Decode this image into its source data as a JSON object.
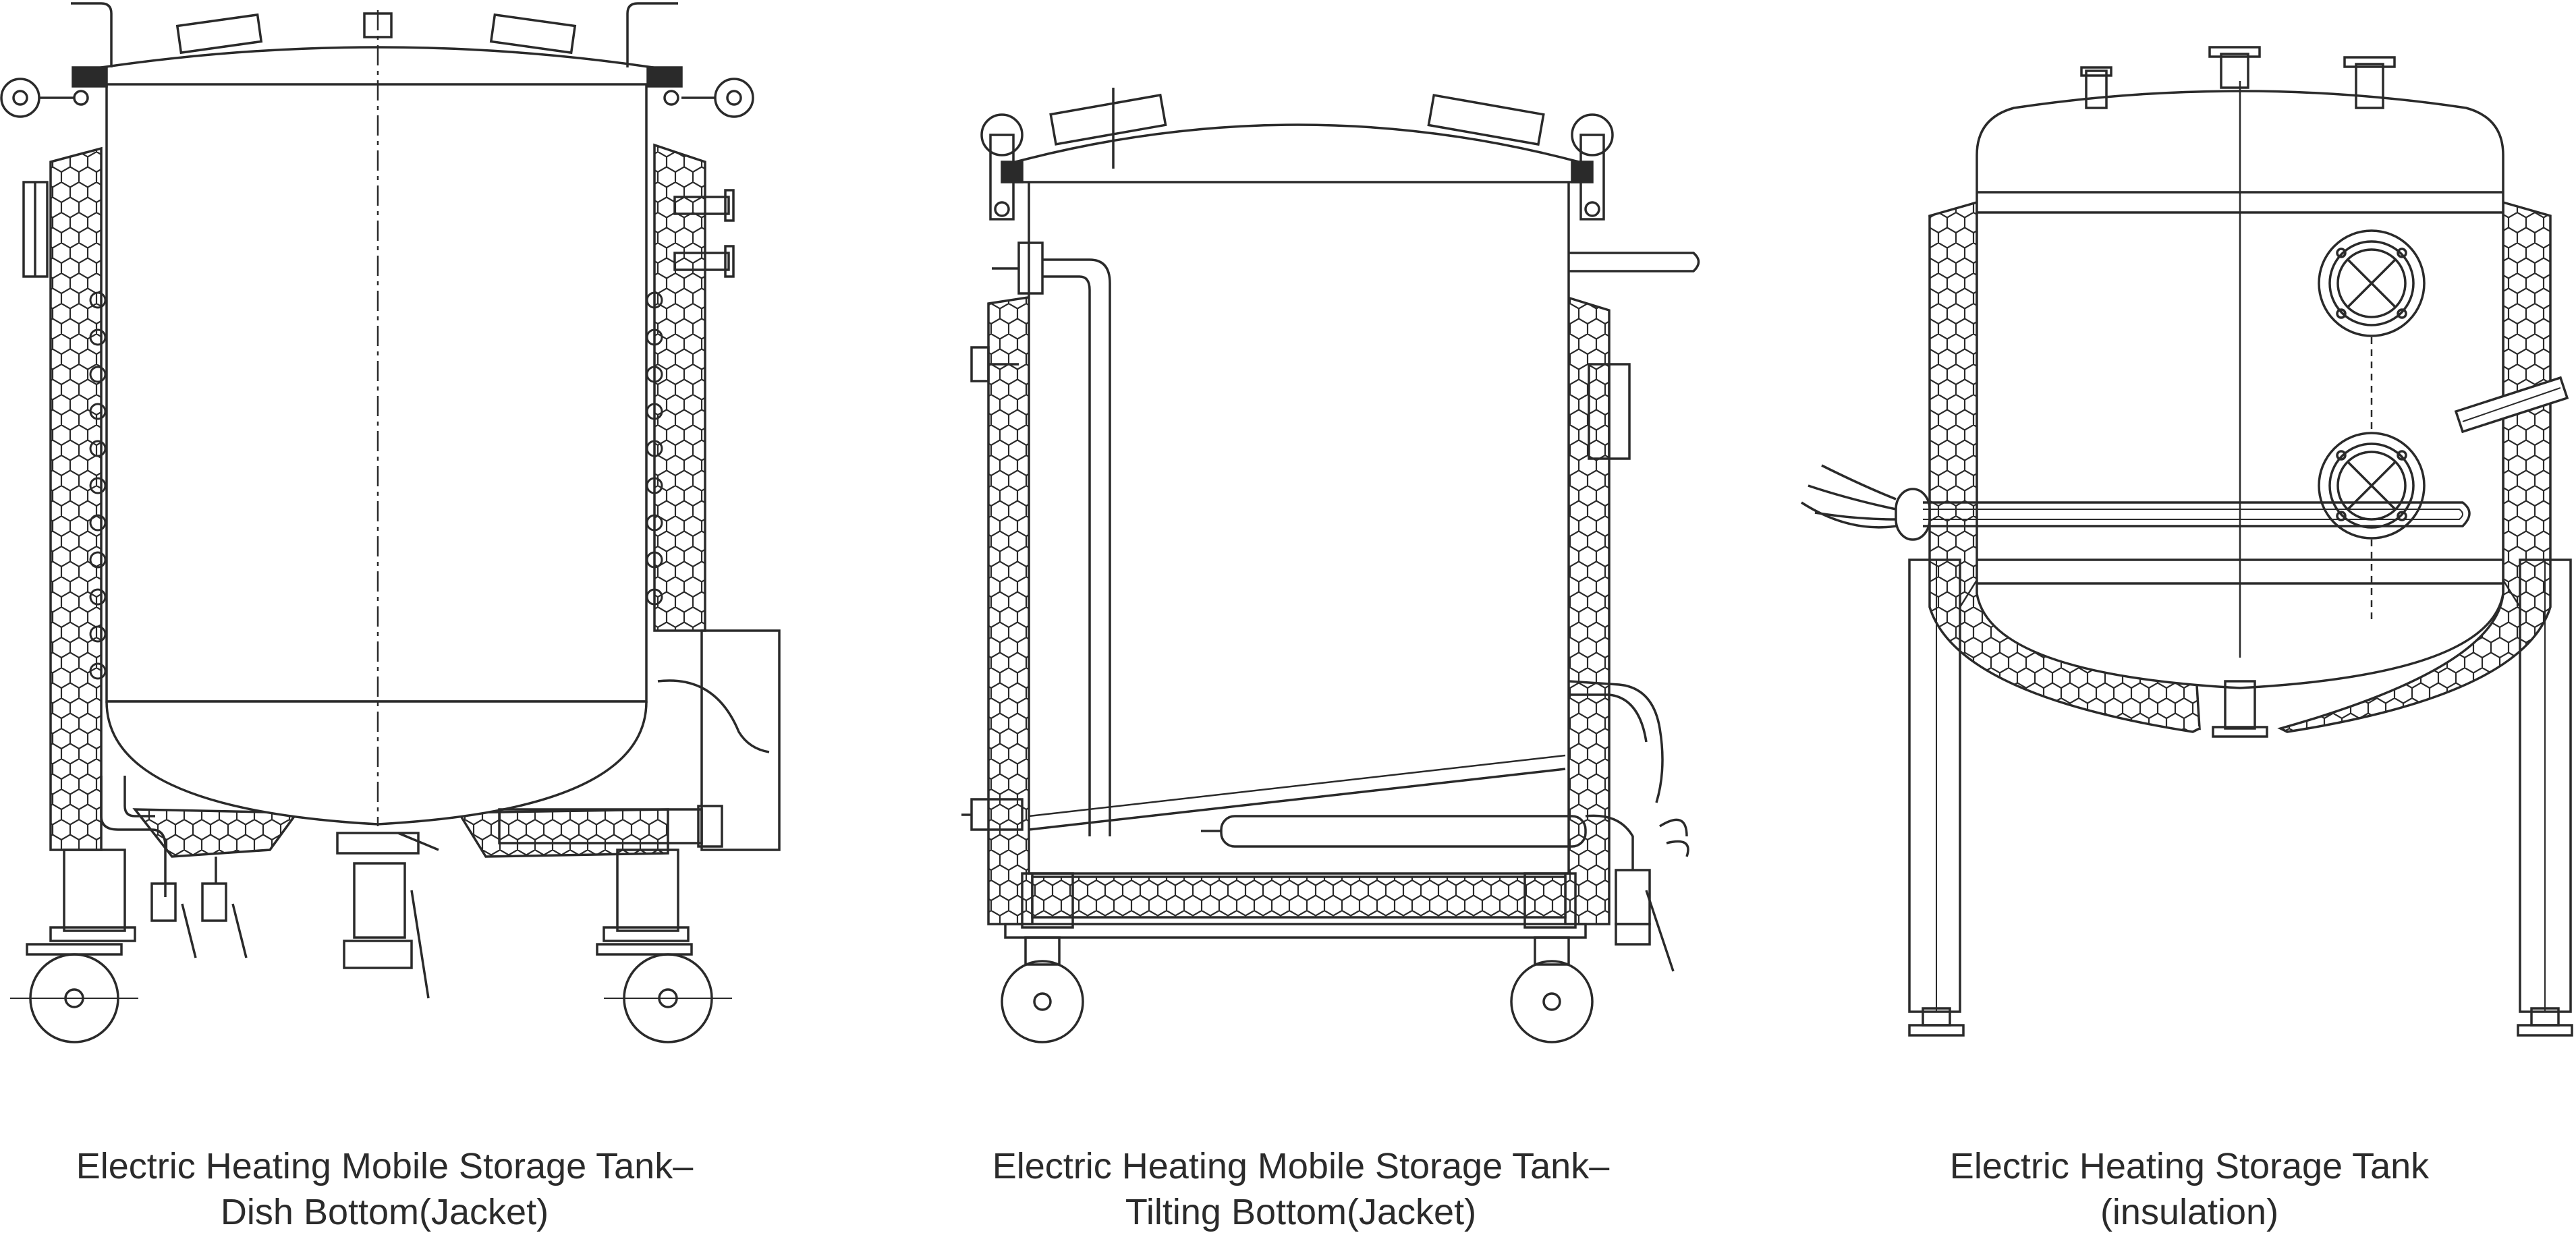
{
  "tanks": [
    {
      "id": "dish-bottom",
      "caption_line1": "Electric Heating Mobile Storage Tank–",
      "caption_line2": "Dish Bottom(Jacket)"
    },
    {
      "id": "tilting-bottom",
      "caption_line1": "Electric Heating Mobile Storage Tank–",
      "caption_line2": "Tilting Bottom(Jacket)"
    },
    {
      "id": "insulation",
      "caption_line1": "Electric Heating Storage Tank",
      "caption_line2": "(insulation)"
    }
  ],
  "colors": {
    "line": "#2a2a2a",
    "background": "#ffffff",
    "caption": "#2b2b2b"
  }
}
